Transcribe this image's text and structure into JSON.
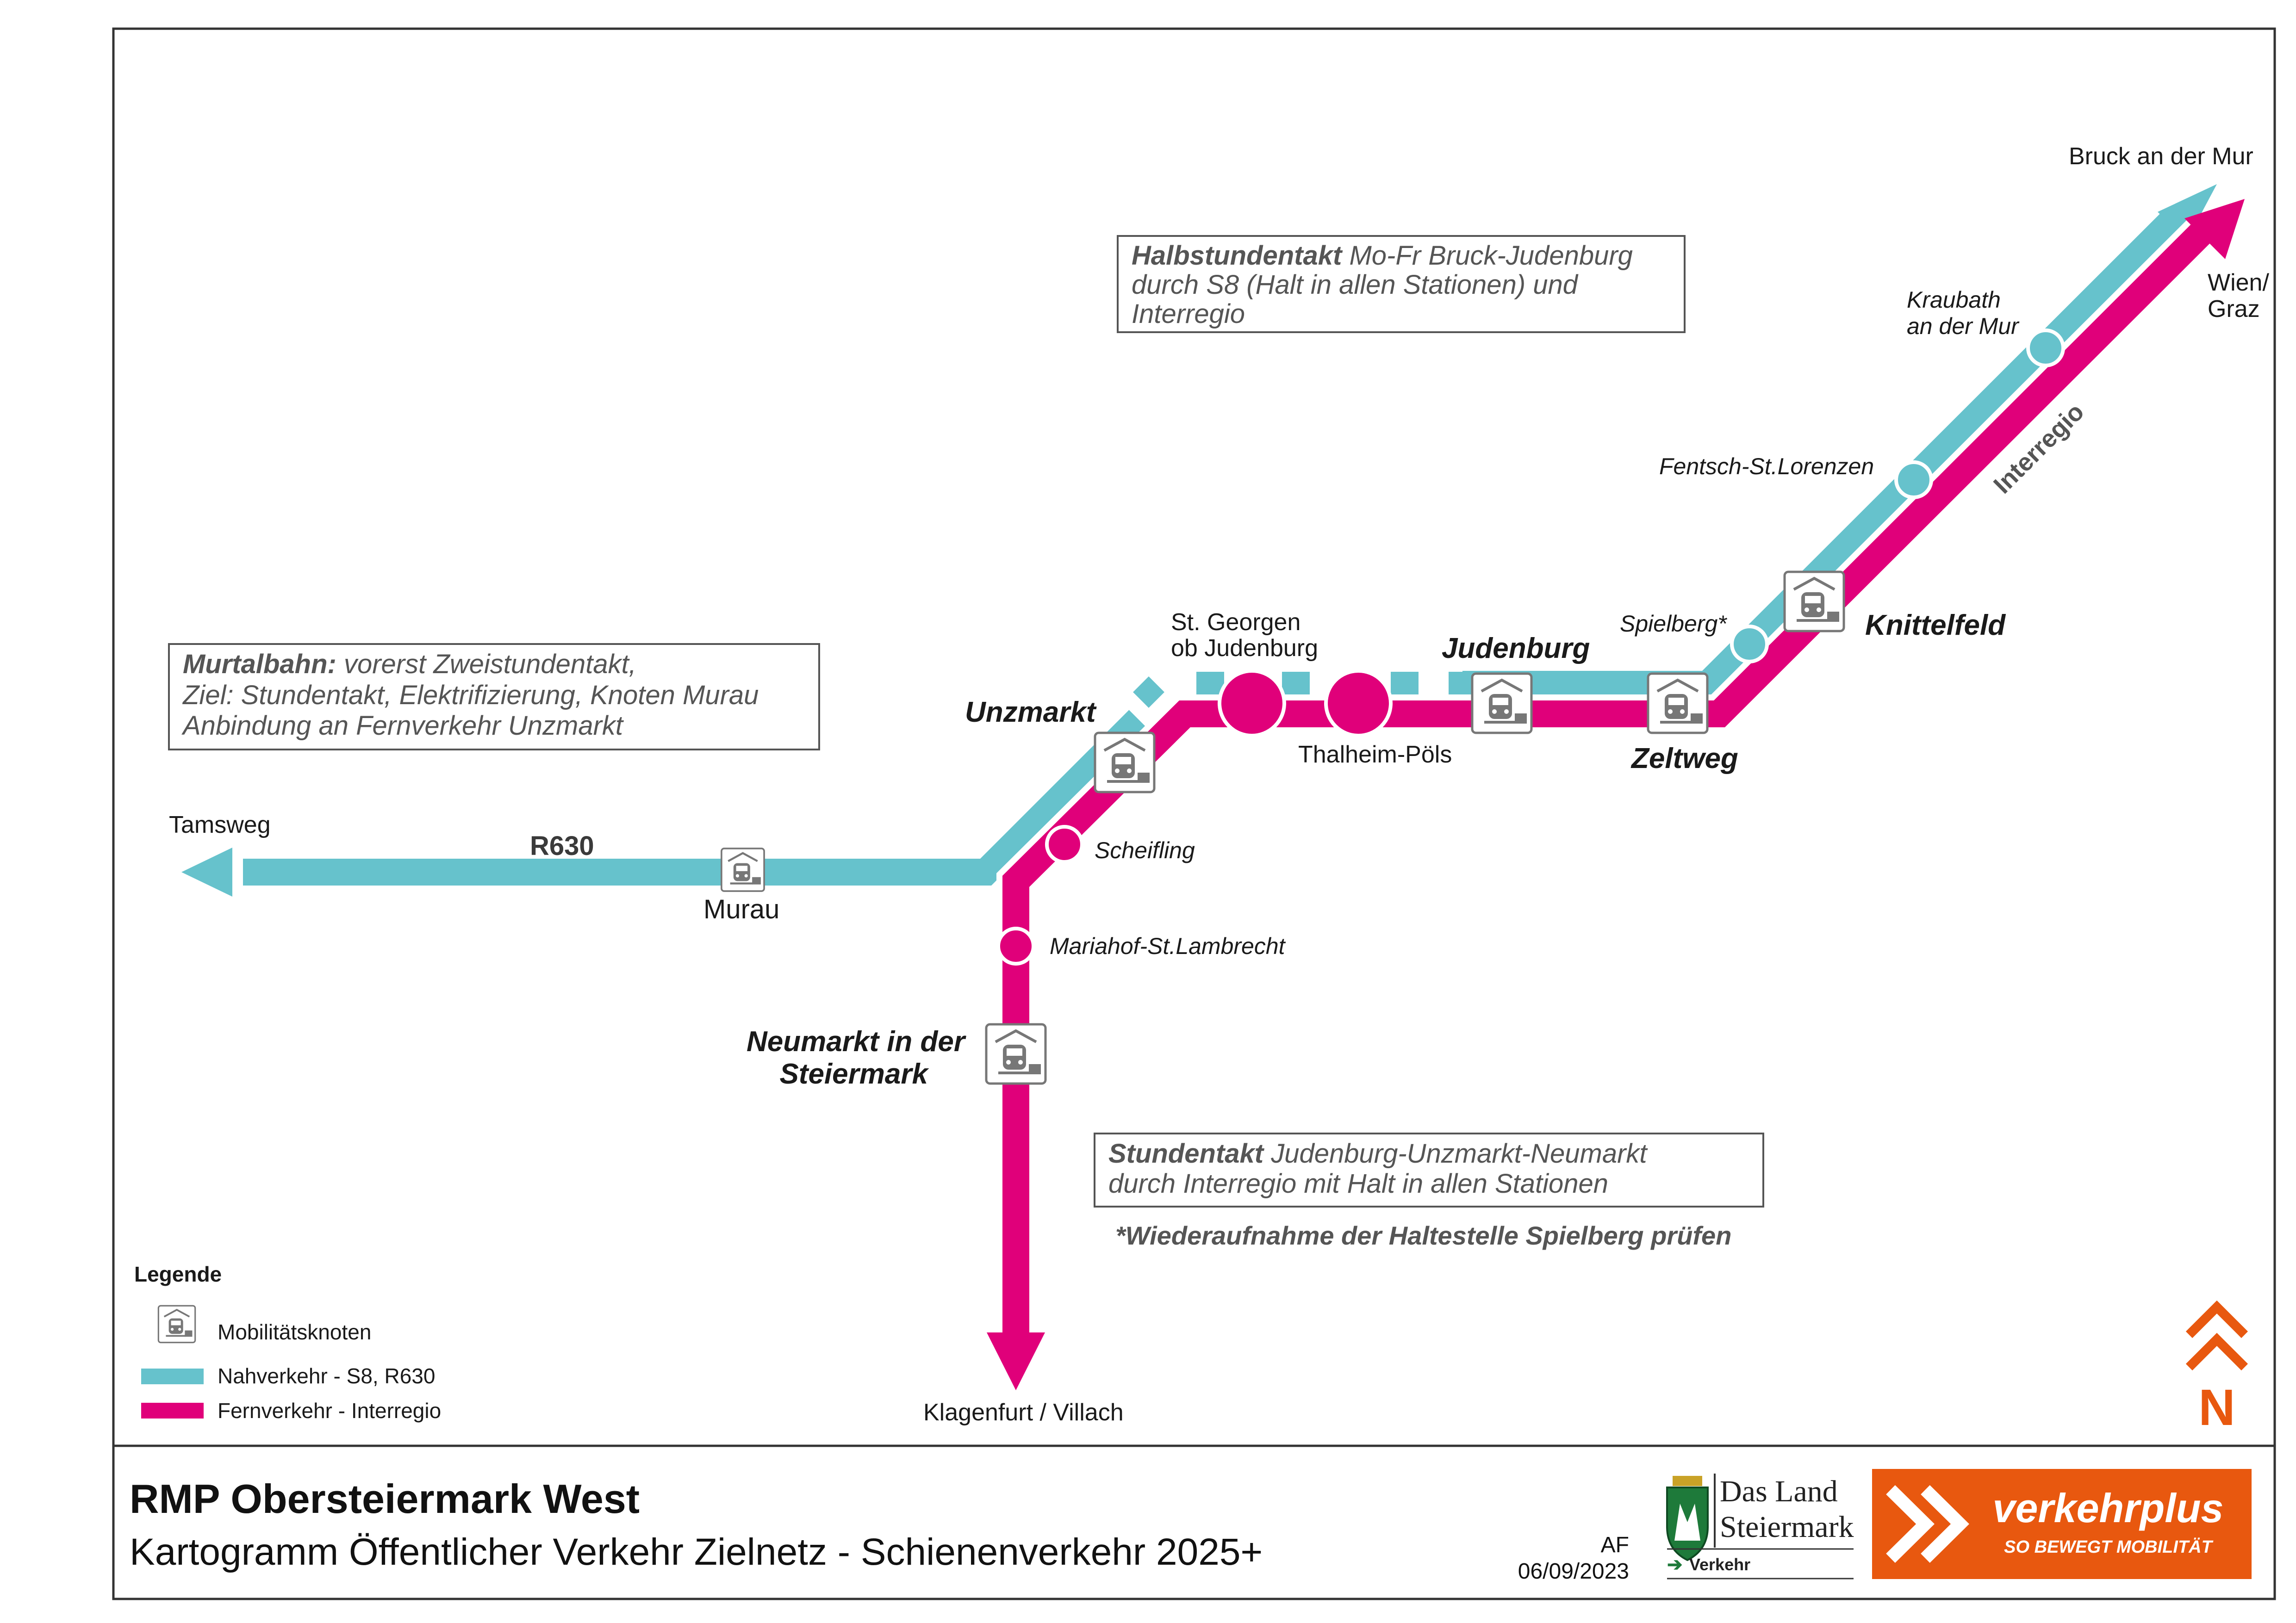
{
  "colors": {
    "nahverkehr": "#66c2cc",
    "fernverkehr": "#e0007a",
    "node_gray": "#777777",
    "brand_orange": "#e8580f",
    "frame": "#333333"
  },
  "labels": {
    "tamsweg": "Tamsweg",
    "murau": "Murau",
    "r630": "R630",
    "unzmarkt": "Unzmarkt",
    "scheifling": "Scheifling",
    "mariahof": "Mariahof-St.Lambrecht",
    "neumarkt_1": "Neumarkt in der",
    "neumarkt_2": "Steiermark",
    "klagenfurt": "Klagenfurt / Villach",
    "st_georgen_1": "St. Georgen",
    "st_georgen_2": "ob Judenburg",
    "thalheim": "Thalheim-Pöls",
    "judenburg": "Judenburg",
    "zeltweg": "Zeltweg",
    "spielberg": "Spielberg*",
    "knittelfeld": "Knittelfeld",
    "fentsch": "Fentsch-St.Lorenzen",
    "kraubath_1": "Kraubath",
    "kraubath_2": "an der Mur",
    "bruck": "Bruck an der Mur",
    "wien_1": "Wien/",
    "wien_2": "Graz",
    "interregio": "Interregio"
  },
  "notes": {
    "murtalbahn": {
      "bold": "Murtalbahn:",
      "line1": " vorerst Zweistundentakt,",
      "line2": "Ziel: Stundentakt, Elektrifizierung, Knoten Murau",
      "line3": "Anbindung an Fernverkehr Unzmarkt"
    },
    "halbstunden": {
      "bold": "Halbstundentakt",
      "line1": " Mo-Fr Bruck-Judenburg",
      "line2": "durch S8 (Halt in allen Stationen) und",
      "line3": "Interregio"
    },
    "stunden": {
      "bold": "Stundentakt",
      "line1": " Judenburg-Unzmarkt-Neumarkt",
      "line2": "durch Interregio mit Halt in allen Stationen"
    },
    "spielberg_note": "*Wiederaufnahme der Haltestelle Spielberg prüfen"
  },
  "legend": {
    "title": "Legende",
    "mobility": "Mobilitätsknoten",
    "nah": "Nahverkehr - S8, R630",
    "fern": "Fernverkehr - Interregio"
  },
  "north": "N",
  "footer": {
    "title": "RMP Obersteiermark West",
    "subtitle": "Kartogramm Öffentlicher Verkehr Zielnetz - Schienenverkehr 2025+",
    "author": "AF",
    "date": "06/09/2023",
    "land_1": "Das Land",
    "land_2": "Steiermark",
    "land_3": "Verkehr",
    "vp_name": "verkehrplus",
    "vp_tag": "SO BEWEGT MOBILITÄT"
  },
  "icons": [
    "mobility-node-icon",
    "north-arrow-icon",
    "coat-of-arms-icon",
    "double-chevron-icon"
  ]
}
